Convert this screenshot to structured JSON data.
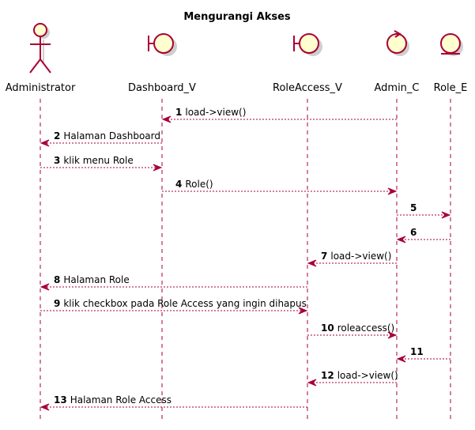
{
  "title": "Mengurangi Akses",
  "colors": {
    "line": "#A80036",
    "fill": "#FEFECE"
  },
  "participants": [
    {
      "id": "admin",
      "name": "Administrator",
      "icon": "actor"
    },
    {
      "id": "dash",
      "name": "Dashboard_V",
      "icon": "boundary"
    },
    {
      "id": "role",
      "name": "RoleAccess_V",
      "icon": "boundary"
    },
    {
      "id": "ctrl",
      "name": "Admin_C",
      "icon": "control"
    },
    {
      "id": "ent",
      "name": "Role_E",
      "icon": "entity"
    }
  ],
  "messages": [
    {
      "num": "1",
      "label": "load->view()",
      "from": "ctrl",
      "to": "dash"
    },
    {
      "num": "2",
      "label": "Halaman Dashboard",
      "from": "dash",
      "to": "admin"
    },
    {
      "num": "3",
      "label": "klik menu Role",
      "from": "admin",
      "to": "dash"
    },
    {
      "num": "4",
      "label": "Role()",
      "from": "dash",
      "to": "ctrl"
    },
    {
      "num": "5",
      "label": "",
      "from": "ctrl",
      "to": "ent"
    },
    {
      "num": "6",
      "label": "",
      "from": "ent",
      "to": "ctrl"
    },
    {
      "num": "7",
      "label": "load->view()",
      "from": "ctrl",
      "to": "role"
    },
    {
      "num": "8",
      "label": "Halaman Role",
      "from": "role",
      "to": "admin"
    },
    {
      "num": "9",
      "label": "klik checkbox pada Role Access yang ingin dihapus",
      "from": "admin",
      "to": "role"
    },
    {
      "num": "10",
      "label": "roleaccess()",
      "from": "role",
      "to": "ctrl"
    },
    {
      "num": "11",
      "label": "",
      "from": "ent",
      "to": "ctrl"
    },
    {
      "num": "12",
      "label": "load->view()",
      "from": "ctrl",
      "to": "role"
    },
    {
      "num": "13",
      "label": "Halaman Role Access",
      "from": "role",
      "to": "admin"
    }
  ]
}
